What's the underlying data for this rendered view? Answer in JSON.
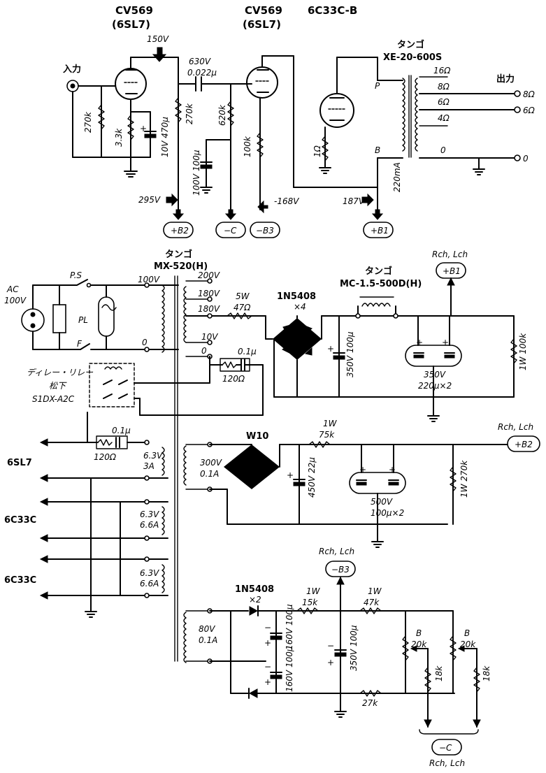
{
  "header": {
    "v1_type": "CV569",
    "v1_equiv": "(6SL7)",
    "v2_type": "CV569",
    "v2_equiv": "(6SL7)",
    "v3_type": "6C33C-B"
  },
  "amp": {
    "input_label": "入力",
    "b2_voltage": "150V",
    "coupling_cap_voltage": "630V",
    "coupling_cap_value": "0.022μ",
    "r_grid": "270k",
    "r_cathode": "3.3k",
    "cap_cathode_voltage": "10V",
    "cap_cathode_value": "470μ",
    "r_plate1": "270k",
    "r_plate2": "620k",
    "cap_dec_voltage": "100V",
    "cap_dec_value": "100μ",
    "r_grid2": "100k",
    "r_cathode3": "1Ω",
    "opt_maker": "タンゴ",
    "opt_model": "XE-20-600S",
    "tap_p": "P",
    "tap_b": "B",
    "tap_16": "16Ω",
    "tap_8": "8Ω",
    "tap_6": "6Ω",
    "tap_4": "4Ω",
    "tap_0": "0",
    "output_label": "出力",
    "out_8": "8Ω",
    "out_6": "6Ω",
    "out_0": "0",
    "current": "220mA",
    "v_295": "295V",
    "v_neg168": "-168V",
    "v_187": "187V",
    "node_b2": "+B2",
    "node_c": "−C",
    "node_b3": "−B3",
    "node_b1": "+B1"
  },
  "psu": {
    "pt_maker": "タンゴ",
    "pt_model": "MX-520(H)",
    "ac_label": "AC",
    "ac_voltage": "100V",
    "switch_ps": "P.S",
    "pilot": "PL",
    "fuse": "F",
    "pri_100": "100V",
    "pri_0": "0",
    "sec_200": "200V",
    "sec_180a": "180V",
    "sec_180b": "180V",
    "sec_10": "10V",
    "sec_0": "0",
    "r5w": "5W",
    "r47": "47Ω",
    "diode": "1N5408",
    "diode_count": "×4",
    "choke_maker": "タンゴ",
    "choke_model": "MC-1.5-500D(H)",
    "snub_cap": "0.1μ",
    "snub_res": "120Ω",
    "cap350_v": "350V",
    "cap350_c": "100μ",
    "cap_dual_v": "350V",
    "cap_dual_c": "220μ×2",
    "r1w": "1W",
    "r100k": "100k",
    "relay_line1": "ディレー・リレー",
    "relay_line2": "松下",
    "relay_line3": "S1DX-A2C",
    "rch_lch_b1": "Rch, Lch",
    "node_b1": "+B1",
    "hv_snub_cap": "0.1μ",
    "hv_snub_res": "120Ω",
    "heater1_v": "6.3V",
    "heater1_a": "3A",
    "sec300_v": "300V",
    "sec300_a": "0.1A",
    "bridge": "W10",
    "r75_w": "1W",
    "r75": "75k",
    "cap450_v": "450V",
    "cap450_c": "22μ",
    "cap500_v": "500V",
    "cap500_c": "100μ×2",
    "r270_w": "1W",
    "r270": "270k",
    "rch_lch_b2": "Rch, Lch",
    "node_b2": "+B2",
    "heater2_v": "6.3V",
    "heater2_a": "6.6A",
    "heater3_v": "6.3V",
    "heater3_a": "6.6A",
    "out_6sl7": "6SL7",
    "out_6c33c_a": "6C33C",
    "out_6c33c_b": "6C33C",
    "rch_lch_b3": "Rch, Lch",
    "node_b3": "−B3",
    "diode2": "1N5408",
    "diode2_count": "×2",
    "r15_w": "1W",
    "r15": "15k",
    "r47k_w": "1W",
    "r47k": "47k",
    "sec80_v": "80V",
    "sec80_a": "0.1A",
    "cap160a_v": "160V",
    "cap160a_c": "100μ",
    "cap160b_v": "160V",
    "cap160b_c": "100μ",
    "cap350b_v": "350V",
    "cap350b_c": "100μ",
    "vr_b1": "B",
    "vr_20k_1": "20k",
    "r18k_1": "18k",
    "vr_b2": "B",
    "vr_20k_2": "20k",
    "r18k_2": "18k",
    "r27k": "27k",
    "node_c": "−C",
    "rch_lch_c": "Rch, Lch"
  }
}
